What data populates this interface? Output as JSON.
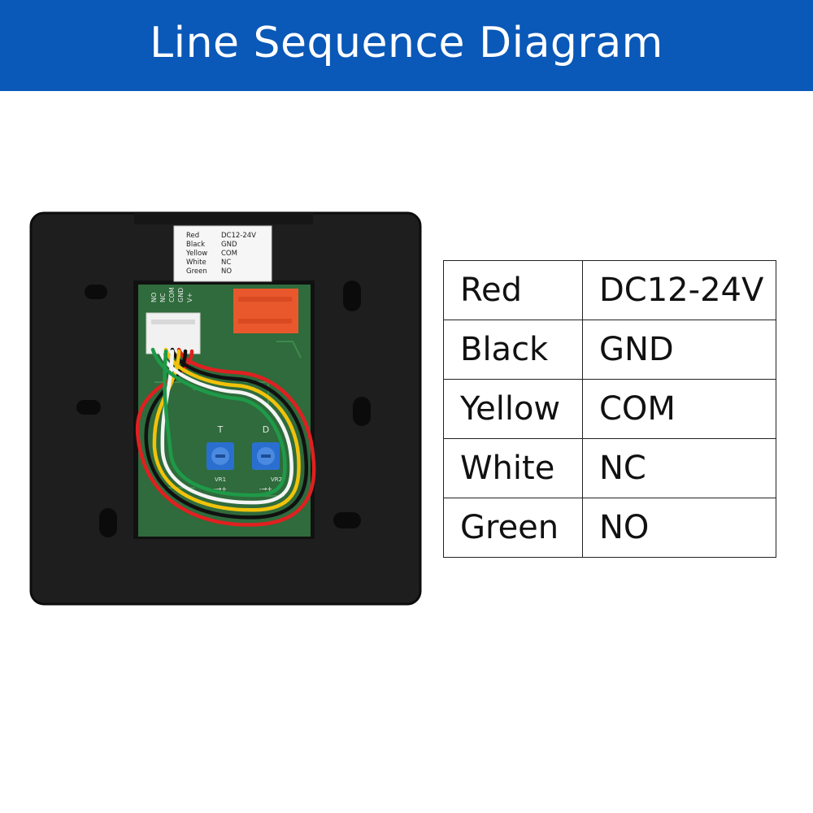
{
  "header": {
    "title": "Line Sequence Diagram"
  },
  "label_card": {
    "rows": [
      {
        "color": "Red",
        "signal": "DC12-24V"
      },
      {
        "color": "Black",
        "signal": "GND"
      },
      {
        "color": "Yellow",
        "signal": "COM"
      },
      {
        "color": "White",
        "signal": "NC"
      },
      {
        "color": "Green",
        "signal": "NO"
      }
    ]
  },
  "pcb": {
    "header_pins": [
      "NO",
      "NC",
      "COM",
      "GND",
      "V+"
    ],
    "trimmer_left": {
      "letter": "T",
      "ref": "VR1",
      "arrow": "-→+"
    },
    "trimmer_right": {
      "letter": "D",
      "ref": "VR2",
      "arrow": "-→+"
    }
  },
  "table": {
    "rows": [
      {
        "color": "Red",
        "signal": "DC12-24V"
      },
      {
        "color": "Black",
        "signal": "GND"
      },
      {
        "color": "Yellow",
        "signal": "COM"
      },
      {
        "color": "White",
        "signal": "NC"
      },
      {
        "color": "Green",
        "signal": "NO"
      }
    ]
  },
  "colors": {
    "header_bg": "#0a58b8",
    "device_body": "#1e1e1e",
    "pcb": "#2f6b3c",
    "trimmer": "#2a6fcf",
    "relay": "#e8582c",
    "wire_red": "#e02020",
    "wire_black": "#111111",
    "wire_yellow": "#f2c20a",
    "wire_white": "#f4f4f4",
    "wire_green": "#1e9a48"
  }
}
